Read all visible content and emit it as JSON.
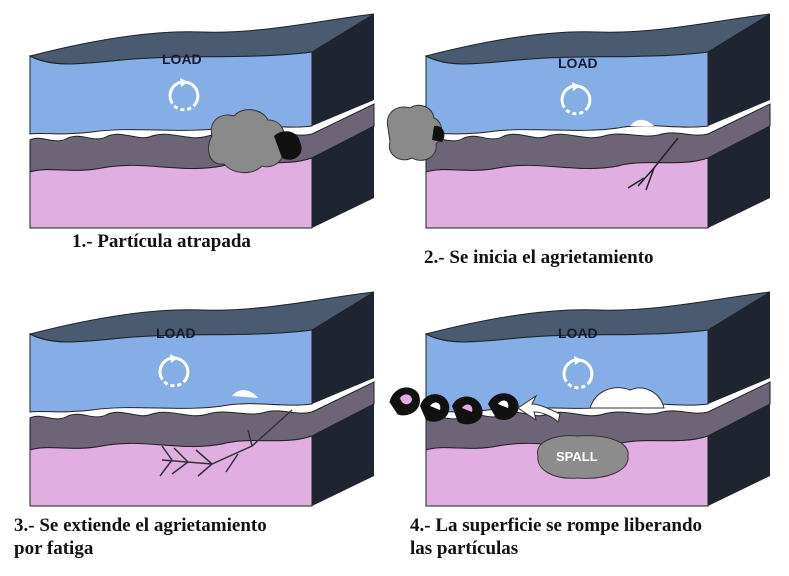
{
  "panels": [
    {
      "id": "p1",
      "load_label": "LOAD",
      "caption_lines": [
        "1.- Partícula atrapada"
      ]
    },
    {
      "id": "p2",
      "load_label": "LOAD",
      "caption_lines": [
        "2.- Se inicia el agrietamiento"
      ]
    },
    {
      "id": "p3",
      "load_label": "LOAD",
      "caption_lines": [
        "3.- Se extiende el agrietamiento",
        "por fatiga"
      ]
    },
    {
      "id": "p4",
      "load_label": "LOAD",
      "spall_label": "SPALL",
      "caption_lines": [
        "4.- La superficie se rompe liberando",
        "las partículas"
      ]
    }
  ],
  "colors": {
    "upper_face": "#86aee6",
    "upper_top": "#4a5a70",
    "upper_side": "#1e2430",
    "lower_top": "#6e6478",
    "lower_face": "#e0aee0",
    "lower_side": "#1e2430",
    "particle": "#8a8a8a",
    "particle_dark": "#111111",
    "spall": "#8c8c8c"
  }
}
